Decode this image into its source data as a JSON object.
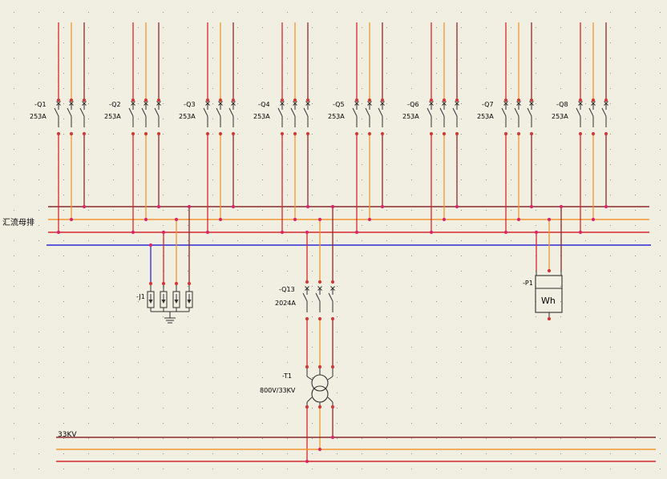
{
  "colors": {
    "background": "#f1eee2",
    "grid_dot": "#8c8c8c",
    "phase_a": "#d9262b",
    "phase_b": "#f2962e",
    "phase_c": "#8b2a2a",
    "neutral": "#2b2bd6",
    "symbol": "#303030",
    "node": "#d9266e",
    "node_end": "#d13838",
    "label": "#202020"
  },
  "breakers": [
    {
      "tag": "-Q1",
      "rating": "253A"
    },
    {
      "tag": "-Q2",
      "rating": "253A"
    },
    {
      "tag": "-Q3",
      "rating": "253A"
    },
    {
      "tag": "-Q4",
      "rating": "253A"
    },
    {
      "tag": "-Q5",
      "rating": "253A"
    },
    {
      "tag": "-Q6",
      "rating": "253A"
    },
    {
      "tag": "-Q7",
      "rating": "253A"
    },
    {
      "tag": "-Q8",
      "rating": "253A"
    }
  ],
  "busbar_label": "汇流母排",
  "surge_arrester": {
    "tag": "-J1"
  },
  "main_breaker": {
    "tag": "-Q13",
    "rating": "2024A"
  },
  "transformer": {
    "tag": "-T1",
    "rating": "800V/33KV"
  },
  "meter": {
    "tag": "-P1",
    "symbol": "Wh"
  },
  "hv_bus_label": "33KV"
}
